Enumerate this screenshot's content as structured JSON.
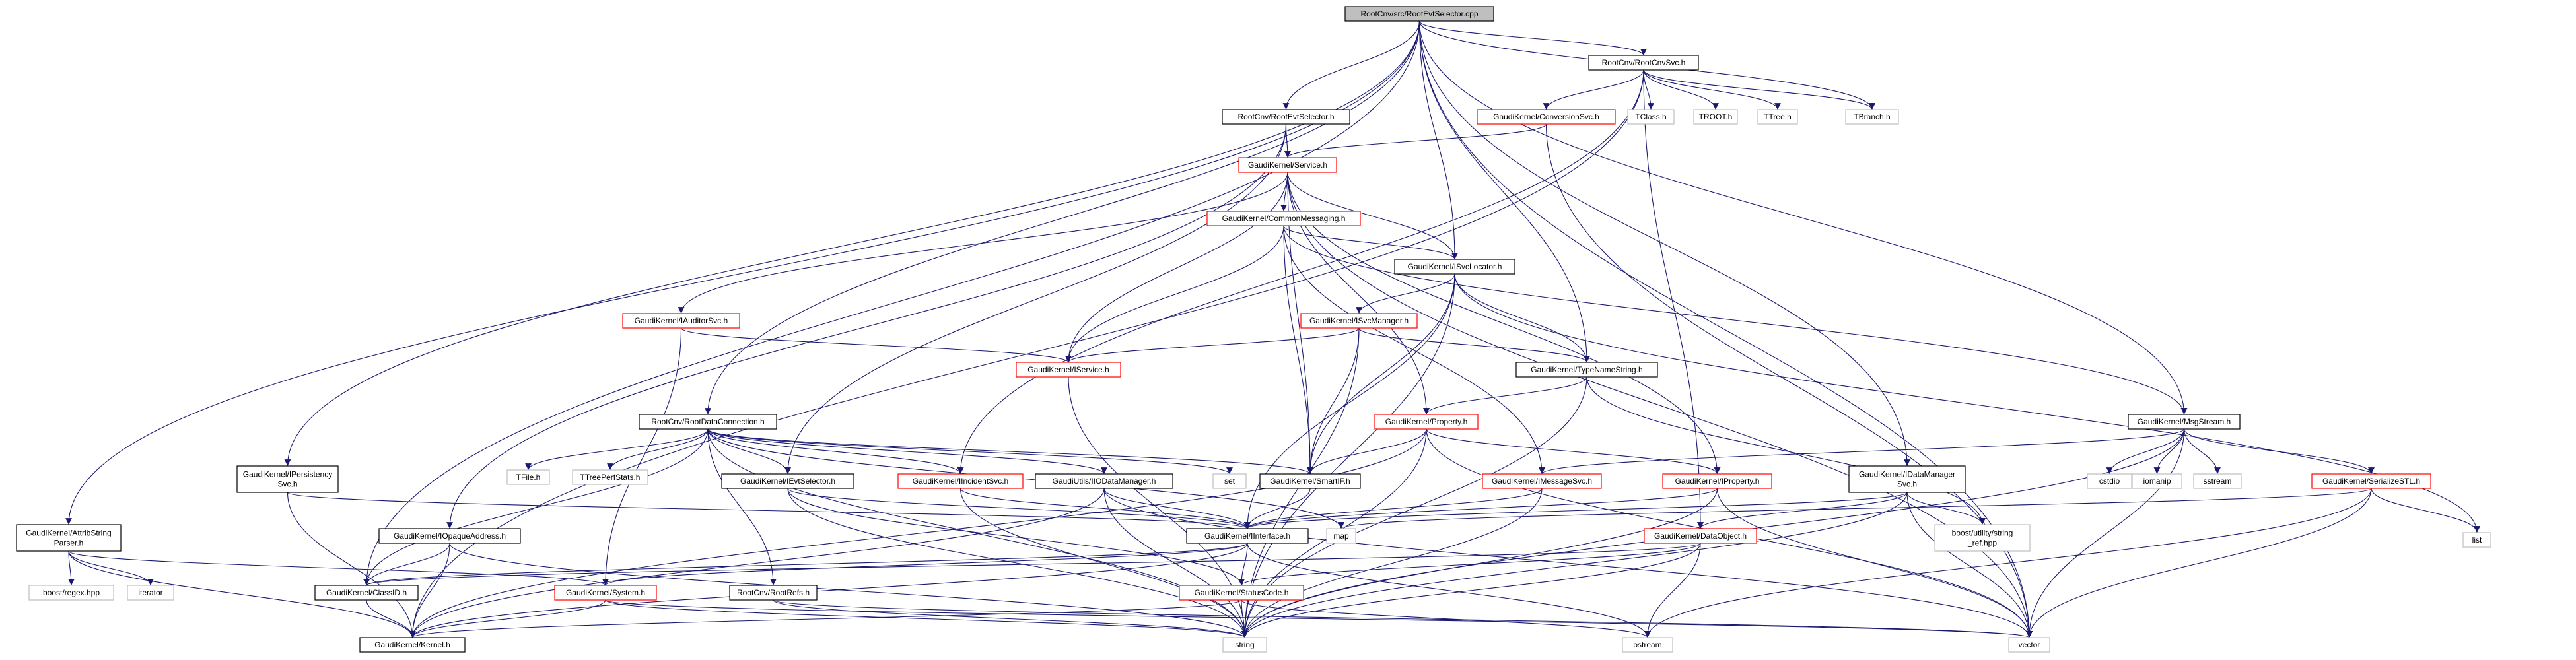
{
  "colors": {
    "edge": "#191970",
    "box_black": "#000000",
    "box_red": "#ff0000",
    "box_grey": "#bfbfbf",
    "root_fill": "#bfbfbf"
  },
  "nodes": [
    {
      "id": "root",
      "lines": [
        "RootCnv/src/RootEvtSelector.cpp"
      ],
      "style": "root"
    },
    {
      "id": "rootcnvsvc",
      "lines": [
        "RootCnv/RootCnvSvc.h"
      ],
      "style": "black"
    },
    {
      "id": "rootevtsel",
      "lines": [
        "RootCnv/RootEvtSelector.h"
      ],
      "style": "black"
    },
    {
      "id": "convsvc",
      "lines": [
        "GaudiKernel/ConversionSvc.h"
      ],
      "style": "red"
    },
    {
      "id": "tclass",
      "lines": [
        "TClass.h"
      ],
      "style": "grey"
    },
    {
      "id": "troot",
      "lines": [
        "TROOT.h"
      ],
      "style": "grey"
    },
    {
      "id": "ttree",
      "lines": [
        "TTree.h"
      ],
      "style": "grey"
    },
    {
      "id": "tbranch",
      "lines": [
        "TBranch.h"
      ],
      "style": "grey"
    },
    {
      "id": "service",
      "lines": [
        "GaudiKernel/Service.h"
      ],
      "style": "red"
    },
    {
      "id": "commonmsg",
      "lines": [
        "GaudiKernel/CommonMessaging.h"
      ],
      "style": "red"
    },
    {
      "id": "isvclocator",
      "lines": [
        "GaudiKernel/ISvcLocator.h"
      ],
      "style": "black"
    },
    {
      "id": "iauditorsvc",
      "lines": [
        "GaudiKernel/IAuditorSvc.h"
      ],
      "style": "red"
    },
    {
      "id": "isvcmanager",
      "lines": [
        "GaudiKernel/ISvcManager.h"
      ],
      "style": "red"
    },
    {
      "id": "iservice",
      "lines": [
        "GaudiKernel/IService.h"
      ],
      "style": "red"
    },
    {
      "id": "typename",
      "lines": [
        "GaudiKernel/TypeNameString.h"
      ],
      "style": "black"
    },
    {
      "id": "rootdataconn",
      "lines": [
        "RootCnv/RootDataConnection.h"
      ],
      "style": "black"
    },
    {
      "id": "property",
      "lines": [
        "GaudiKernel/Property.h"
      ],
      "style": "red"
    },
    {
      "id": "msgstream",
      "lines": [
        "GaudiKernel/MsgStream.h"
      ],
      "style": "black"
    },
    {
      "id": "ipersistency",
      "lines": [
        "GaudiKernel/IPersistency",
        "Svc.h"
      ],
      "style": "black"
    },
    {
      "id": "tfile",
      "lines": [
        "TFile.h"
      ],
      "style": "grey"
    },
    {
      "id": "ttreeperf",
      "lines": [
        "TTreePerfStats.h"
      ],
      "style": "grey"
    },
    {
      "id": "ievtselector",
      "lines": [
        "GaudiKernel/IEvtSelector.h"
      ],
      "style": "black"
    },
    {
      "id": "iincidentsvc",
      "lines": [
        "GaudiKernel/IIncidentSvc.h"
      ],
      "style": "red"
    },
    {
      "id": "iodatamgr",
      "lines": [
        "GaudiUtils/IIODataManager.h"
      ],
      "style": "black"
    },
    {
      "id": "set",
      "lines": [
        "set"
      ],
      "style": "grey"
    },
    {
      "id": "smartif",
      "lines": [
        "GaudiKernel/SmartIF.h"
      ],
      "style": "black"
    },
    {
      "id": "imessagesvc",
      "lines": [
        "GaudiKernel/IMessageSvc.h"
      ],
      "style": "red"
    },
    {
      "id": "iproperty",
      "lines": [
        "GaudiKernel/IProperty.h"
      ],
      "style": "red"
    },
    {
      "id": "idatamgrsvc",
      "lines": [
        "GaudiKernel/IDataManager",
        "Svc.h"
      ],
      "style": "black"
    },
    {
      "id": "cstdio",
      "lines": [
        "cstdio"
      ],
      "style": "grey"
    },
    {
      "id": "iomanip",
      "lines": [
        "iomanip"
      ],
      "style": "grey"
    },
    {
      "id": "sstream",
      "lines": [
        "sstream"
      ],
      "style": "grey"
    },
    {
      "id": "serializestl",
      "lines": [
        "GaudiKernel/SerializeSTL.h"
      ],
      "style": "red"
    },
    {
      "id": "list",
      "lines": [
        "list"
      ],
      "style": "grey"
    },
    {
      "id": "attribparser",
      "lines": [
        "GaudiKernel/AttribString",
        "Parser.h"
      ],
      "style": "black"
    },
    {
      "id": "boostregex",
      "lines": [
        "boost/regex.hpp"
      ],
      "style": "grey"
    },
    {
      "id": "iterator",
      "lines": [
        "iterator"
      ],
      "style": "grey"
    },
    {
      "id": "iopaque",
      "lines": [
        "GaudiKernel/IOpaqueAddress.h"
      ],
      "style": "black"
    },
    {
      "id": "map",
      "lines": [
        "map"
      ],
      "style": "grey"
    },
    {
      "id": "iinterface",
      "lines": [
        "GaudiKernel/IInterface.h"
      ],
      "style": "black"
    },
    {
      "id": "boostutil",
      "lines": [
        "boost/utility/string",
        "_ref.hpp"
      ],
      "style": "grey"
    },
    {
      "id": "dataobject",
      "lines": [
        "GaudiKernel/DataObject.h"
      ],
      "style": "red"
    },
    {
      "id": "classid",
      "lines": [
        "GaudiKernel/ClassID.h"
      ],
      "style": "black"
    },
    {
      "id": "system",
      "lines": [
        "GaudiKernel/System.h"
      ],
      "style": "red"
    },
    {
      "id": "rootrefs",
      "lines": [
        "RootCnv/RootRefs.h"
      ],
      "style": "black"
    },
    {
      "id": "statuscode",
      "lines": [
        "GaudiKernel/StatusCode.h"
      ],
      "style": "red"
    },
    {
      "id": "kernel",
      "lines": [
        "GaudiKernel/Kernel.h"
      ],
      "style": "black"
    },
    {
      "id": "string",
      "lines": [
        "string"
      ],
      "style": "grey"
    },
    {
      "id": "ostream",
      "lines": [
        "ostream"
      ],
      "style": "grey"
    },
    {
      "id": "vector",
      "lines": [
        "vector"
      ],
      "style": "grey"
    }
  ],
  "edges": [
    [
      "root",
      "rootcnvsvc"
    ],
    [
      "root",
      "rootevtsel"
    ],
    [
      "root",
      "tbranch"
    ],
    [
      "root",
      "isvclocator"
    ],
    [
      "root",
      "typename"
    ],
    [
      "root",
      "rootdataconn"
    ],
    [
      "root",
      "msgstream"
    ],
    [
      "root",
      "ipersistency"
    ],
    [
      "root",
      "attribparser"
    ],
    [
      "root",
      "classid"
    ],
    [
      "root",
      "idatamgrsvc"
    ],
    [
      "root",
      "vector"
    ],
    [
      "rootcnvsvc",
      "convsvc"
    ],
    [
      "rootcnvsvc",
      "tclass"
    ],
    [
      "rootcnvsvc",
      "troot"
    ],
    [
      "rootcnvsvc",
      "ttree"
    ],
    [
      "rootcnvsvc",
      "tbranch"
    ],
    [
      "rootcnvsvc",
      "kernel"
    ],
    [
      "rootcnvsvc",
      "dataobject"
    ],
    [
      "rootcnvsvc",
      "iincidentsvc"
    ],
    [
      "rootevtsel",
      "service"
    ],
    [
      "rootevtsel",
      "ievtselector"
    ],
    [
      "rootevtsel",
      "iopaque"
    ],
    [
      "convsvc",
      "service"
    ],
    [
      "convsvc",
      "vector"
    ],
    [
      "service",
      "commonmsg"
    ],
    [
      "service",
      "isvclocator"
    ],
    [
      "service",
      "iauditorsvc"
    ],
    [
      "service",
      "iservice"
    ],
    [
      "service",
      "property"
    ],
    [
      "service",
      "iproperty"
    ],
    [
      "service",
      "smartif"
    ],
    [
      "service",
      "vector"
    ],
    [
      "commonmsg",
      "isvclocator"
    ],
    [
      "commonmsg",
      "msgstream"
    ],
    [
      "commonmsg",
      "imessagesvc"
    ],
    [
      "commonmsg",
      "smartif"
    ],
    [
      "commonmsg",
      "iservice"
    ],
    [
      "isvclocator",
      "isvcmanager"
    ],
    [
      "isvclocator",
      "typename"
    ],
    [
      "isvclocator",
      "smartif"
    ],
    [
      "isvclocator",
      "iinterface"
    ],
    [
      "isvclocator",
      "string"
    ],
    [
      "isvclocator",
      "list"
    ],
    [
      "iauditorsvc",
      "iservice"
    ],
    [
      "iauditorsvc",
      "system"
    ],
    [
      "isvcmanager",
      "iservice"
    ],
    [
      "isvcmanager",
      "typename"
    ],
    [
      "isvcmanager",
      "smartif"
    ],
    [
      "isvcmanager",
      "string"
    ],
    [
      "iservice",
      "string"
    ],
    [
      "typename",
      "property"
    ],
    [
      "typename",
      "string"
    ],
    [
      "typename",
      "boostutil"
    ],
    [
      "rootdataconn",
      "tfile"
    ],
    [
      "rootdataconn",
      "ttreeperf"
    ],
    [
      "rootdataconn",
      "ievtselector"
    ],
    [
      "rootdataconn",
      "iincidentsvc"
    ],
    [
      "rootdataconn",
      "iodatamgr"
    ],
    [
      "rootdataconn",
      "set"
    ],
    [
      "rootdataconn",
      "map"
    ],
    [
      "rootdataconn",
      "rootrefs"
    ],
    [
      "rootdataconn",
      "classid"
    ],
    [
      "rootdataconn",
      "smartif"
    ],
    [
      "rootdataconn",
      "string"
    ],
    [
      "property",
      "smartif"
    ],
    [
      "property",
      "iproperty"
    ],
    [
      "property",
      "kernel"
    ],
    [
      "property",
      "string"
    ],
    [
      "property",
      "vector"
    ],
    [
      "msgstream",
      "imessagesvc"
    ],
    [
      "msgstream",
      "serializestl"
    ],
    [
      "msgstream",
      "cstdio"
    ],
    [
      "msgstream",
      "iomanip"
    ],
    [
      "msgstream",
      "sstream"
    ],
    [
      "msgstream",
      "string"
    ],
    [
      "msgstream",
      "vector"
    ],
    [
      "ipersistency",
      "iinterface"
    ],
    [
      "ipersistency",
      "kernel"
    ],
    [
      "ievtselector",
      "iinterface"
    ],
    [
      "ievtselector",
      "statuscode"
    ],
    [
      "ievtselector",
      "string"
    ],
    [
      "iincidentsvc",
      "iinterface"
    ],
    [
      "iincidentsvc",
      "string"
    ],
    [
      "iodatamgr",
      "iinterface"
    ],
    [
      "iodatamgr",
      "kernel"
    ],
    [
      "iodatamgr",
      "string"
    ],
    [
      "iodatamgr",
      "vector"
    ],
    [
      "smartif",
      "iinterface"
    ],
    [
      "imessagesvc",
      "iinterface"
    ],
    [
      "imessagesvc",
      "string"
    ],
    [
      "iproperty",
      "iinterface"
    ],
    [
      "iproperty",
      "string"
    ],
    [
      "iproperty",
      "vector"
    ],
    [
      "idatamgrsvc",
      "iinterface"
    ],
    [
      "idatamgrsvc",
      "boostutil"
    ],
    [
      "idatamgrsvc",
      "string"
    ],
    [
      "idatamgrsvc",
      "vector"
    ],
    [
      "idatamgrsvc",
      "dataobject"
    ],
    [
      "serializestl",
      "map"
    ],
    [
      "serializestl",
      "list"
    ],
    [
      "serializestl",
      "ostream"
    ],
    [
      "serializestl",
      "vector"
    ],
    [
      "attribparser",
      "kernel"
    ],
    [
      "attribparser",
      "boostregex"
    ],
    [
      "attribparser",
      "iterator"
    ],
    [
      "attribparser",
      "system"
    ],
    [
      "iopaque",
      "classid"
    ],
    [
      "iopaque",
      "kernel"
    ],
    [
      "iopaque",
      "string"
    ],
    [
      "iinterface",
      "system"
    ],
    [
      "iinterface",
      "statuscode"
    ],
    [
      "iinterface",
      "classid"
    ],
    [
      "iinterface",
      "kernel"
    ],
    [
      "iinterface",
      "ostream"
    ],
    [
      "dataobject",
      "classid"
    ],
    [
      "dataobject",
      "statuscode"
    ],
    [
      "dataobject",
      "string"
    ],
    [
      "dataobject",
      "ostream"
    ],
    [
      "classid",
      "kernel"
    ],
    [
      "system",
      "kernel"
    ],
    [
      "system",
      "string"
    ],
    [
      "system",
      "vector"
    ],
    [
      "rootrefs",
      "string"
    ],
    [
      "rootrefs",
      "vector"
    ],
    [
      "statuscode",
      "kernel"
    ],
    [
      "statuscode",
      "ostream"
    ],
    [
      "statuscode",
      "string"
    ]
  ]
}
